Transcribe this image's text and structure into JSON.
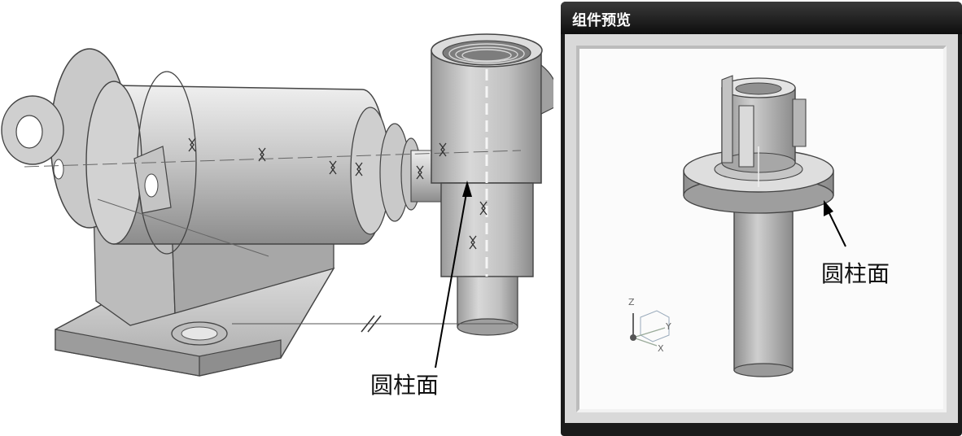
{
  "main_view": {
    "label": "圆柱面"
  },
  "preview_window": {
    "title": "组件预览",
    "label": "圆柱面",
    "triad": {
      "z": "Z",
      "y": "Y",
      "x": "X"
    }
  },
  "colors": {
    "title_bar": "#1b1b1b",
    "title_text": "#ffffff",
    "window_face": "#d9d9d9",
    "preview_background": "#fbfbfb",
    "model_gray": "#b8b8b8"
  }
}
